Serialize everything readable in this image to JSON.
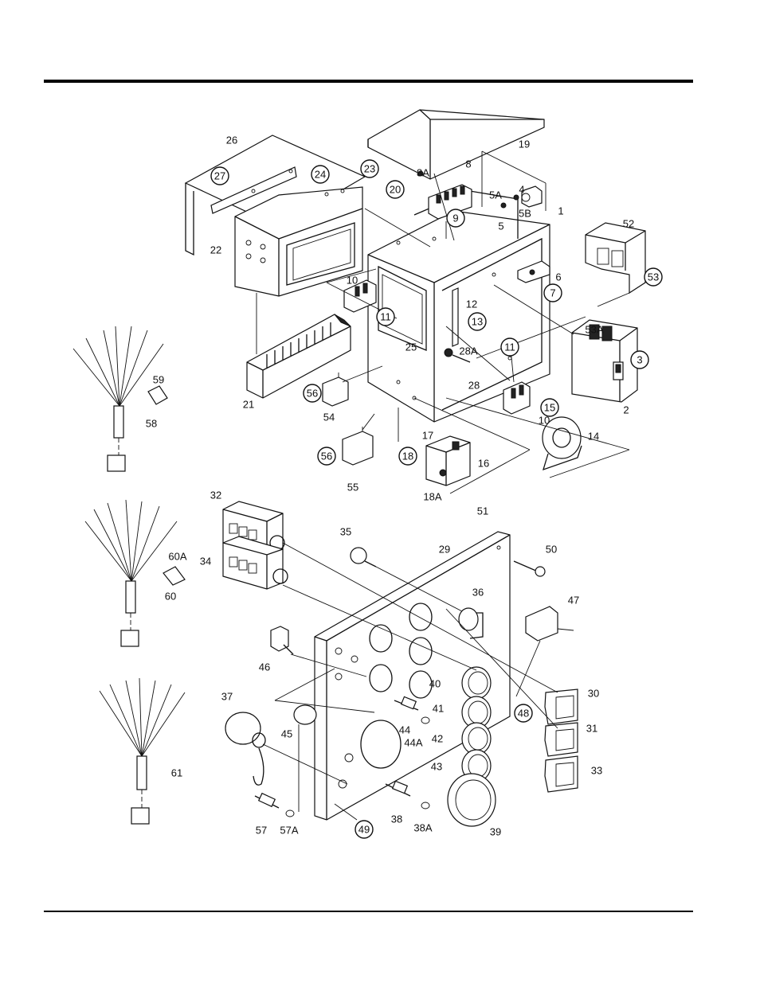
{
  "callouts": [
    {
      "id": "c26",
      "text": "26",
      "circled": false
    },
    {
      "id": "c27",
      "text": "27",
      "circled": true
    },
    {
      "id": "c24",
      "text": "24",
      "circled": true
    },
    {
      "id": "c23",
      "text": "23",
      "circled": true
    },
    {
      "id": "c22",
      "text": "22",
      "circled": false
    },
    {
      "id": "c19",
      "text": "19",
      "circled": false
    },
    {
      "id": "c20",
      "text": "20",
      "circled": true
    },
    {
      "id": "c8A",
      "text": "8A",
      "circled": false
    },
    {
      "id": "c8",
      "text": "8",
      "circled": false
    },
    {
      "id": "c9",
      "text": "9",
      "circled": true
    },
    {
      "id": "c5A",
      "text": "5A",
      "circled": false
    },
    {
      "id": "c4",
      "text": "4",
      "circled": false
    },
    {
      "id": "c5B",
      "text": "5B",
      "circled": false
    },
    {
      "id": "c5",
      "text": "5",
      "circled": false
    },
    {
      "id": "c1",
      "text": "1",
      "circled": false
    },
    {
      "id": "c52",
      "text": "52",
      "circled": false
    },
    {
      "id": "c53",
      "text": "53",
      "circled": true
    },
    {
      "id": "c6",
      "text": "6",
      "circled": false
    },
    {
      "id": "c7",
      "text": "7",
      "circled": true
    },
    {
      "id": "c10a",
      "text": "10",
      "circled": false
    },
    {
      "id": "c11a",
      "text": "11",
      "circled": true
    },
    {
      "id": "c12",
      "text": "12",
      "circled": false
    },
    {
      "id": "c13",
      "text": "13",
      "circled": true
    },
    {
      "id": "c25",
      "text": "25",
      "circled": false
    },
    {
      "id": "c28A",
      "text": "28A",
      "circled": false
    },
    {
      "id": "c28",
      "text": "28",
      "circled": false
    },
    {
      "id": "c11b",
      "text": "11",
      "circled": true
    },
    {
      "id": "c53A",
      "text": "53A",
      "circled": false
    },
    {
      "id": "c3",
      "text": "3",
      "circled": true
    },
    {
      "id": "c2",
      "text": "2",
      "circled": false
    },
    {
      "id": "c21",
      "text": "21",
      "circled": false
    },
    {
      "id": "c56a",
      "text": "56",
      "circled": true
    },
    {
      "id": "c54",
      "text": "54",
      "circled": false
    },
    {
      "id": "c10b",
      "text": "10",
      "circled": false
    },
    {
      "id": "c15",
      "text": "15",
      "circled": true
    },
    {
      "id": "c14",
      "text": "14",
      "circled": false
    },
    {
      "id": "c17",
      "text": "17",
      "circled": false
    },
    {
      "id": "c16",
      "text": "16",
      "circled": false
    },
    {
      "id": "c18",
      "text": "18",
      "circled": true
    },
    {
      "id": "c18A",
      "text": "18A",
      "circled": false
    },
    {
      "id": "c56b",
      "text": "56",
      "circled": true
    },
    {
      "id": "c55",
      "text": "55",
      "circled": false
    },
    {
      "id": "c59",
      "text": "59",
      "circled": false
    },
    {
      "id": "c58",
      "text": "58",
      "circled": false
    },
    {
      "id": "c32",
      "text": "32",
      "circled": false
    },
    {
      "id": "c34",
      "text": "34",
      "circled": false
    },
    {
      "id": "c35",
      "text": "35",
      "circled": false
    },
    {
      "id": "c51",
      "text": "51",
      "circled": false
    },
    {
      "id": "c29",
      "text": "29",
      "circled": false
    },
    {
      "id": "c50",
      "text": "50",
      "circled": false
    },
    {
      "id": "c36",
      "text": "36",
      "circled": false
    },
    {
      "id": "c47",
      "text": "47",
      "circled": false
    },
    {
      "id": "c60A",
      "text": "60A",
      "circled": false
    },
    {
      "id": "c60",
      "text": "60",
      "circled": false
    },
    {
      "id": "c46",
      "text": "46",
      "circled": false
    },
    {
      "id": "c40",
      "text": "40",
      "circled": false
    },
    {
      "id": "c41",
      "text": "41",
      "circled": false
    },
    {
      "id": "c48",
      "text": "48",
      "circled": true
    },
    {
      "id": "c30",
      "text": "30",
      "circled": false
    },
    {
      "id": "c37",
      "text": "37",
      "circled": false
    },
    {
      "id": "c45",
      "text": "45",
      "circled": false
    },
    {
      "id": "c44",
      "text": "44",
      "circled": false
    },
    {
      "id": "c44A",
      "text": "44A",
      "circled": false
    },
    {
      "id": "c42",
      "text": "42",
      "circled": false
    },
    {
      "id": "c31",
      "text": "31",
      "circled": false
    },
    {
      "id": "c43",
      "text": "43",
      "circled": false
    },
    {
      "id": "c33",
      "text": "33",
      "circled": false
    },
    {
      "id": "c61",
      "text": "61",
      "circled": false
    },
    {
      "id": "c57",
      "text": "57",
      "circled": false
    },
    {
      "id": "c57A",
      "text": "57A",
      "circled": false
    },
    {
      "id": "c49",
      "text": "49",
      "circled": true
    },
    {
      "id": "c38",
      "text": "38",
      "circled": false
    },
    {
      "id": "c38A",
      "text": "38A",
      "circled": false
    },
    {
      "id": "c39",
      "text": "39",
      "circled": false
    }
  ]
}
